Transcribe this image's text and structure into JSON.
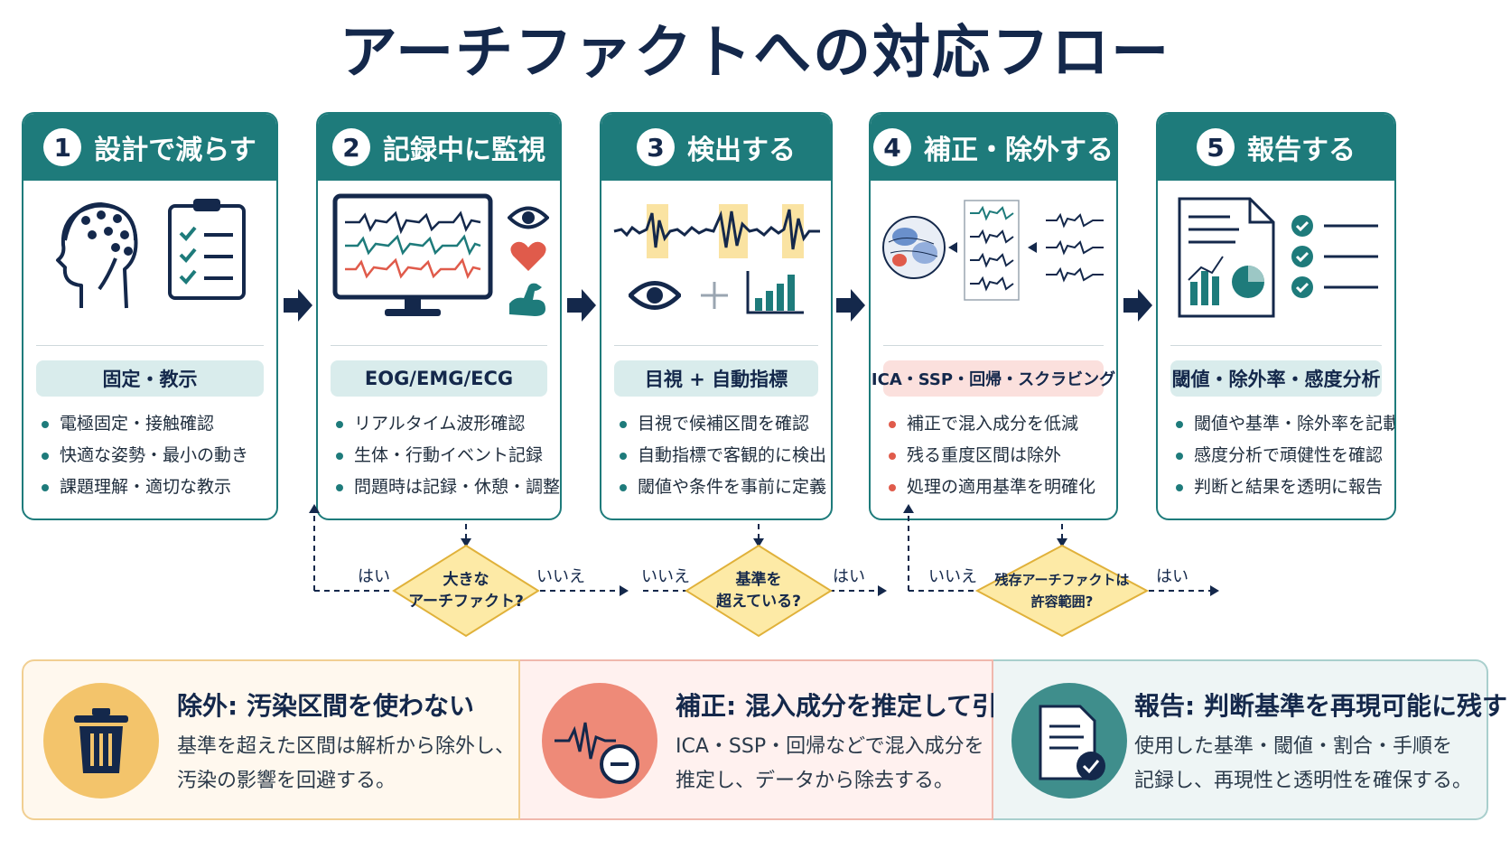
{
  "title": "アーチファクトへの対応フロー",
  "steps": [
    {
      "num": "1",
      "title": "設計で減らす",
      "tag": "固定・教示",
      "items": [
        "電極固定・接触確認",
        "快適な姿勢・最小の動き",
        "課題理解・適切な教示"
      ]
    },
    {
      "num": "2",
      "title": "記録中に監視",
      "tag": "EOG/EMG/ECG",
      "items": [
        "リアルタイム波形確認",
        "生体・行動イベント記録",
        "問題時は記録・休憩・調整"
      ]
    },
    {
      "num": "3",
      "title": "検出する",
      "tag": "目視 + 自動指標",
      "items": [
        "目視で候補区間を確認",
        "自動指標で客観的に検出",
        "閾値や条件を事前に定義"
      ]
    },
    {
      "num": "4",
      "title": "補正・除外する",
      "tag": "ICA・SSP・回帰・スクラビング",
      "items": [
        "補正で混入成分を低減",
        "残る重度区間は除外",
        "処理の適用基準を明確化"
      ]
    },
    {
      "num": "5",
      "title": "報告する",
      "tag": "閾値・除外率・感度分析",
      "items": [
        "閾値や基準・除外率を記載",
        "感度分析で頑健性を確認",
        "判断と結果を透明に報告"
      ]
    }
  ],
  "decisions": [
    {
      "line1": "大きな",
      "line2": "アーチファクト?",
      "left_label": "はい",
      "right_label": "いいえ"
    },
    {
      "line1": "基準を",
      "line2": "超えている?",
      "left_label": "いいえ",
      "right_label": "はい"
    },
    {
      "line1": "残存アーチファクトは",
      "line2": "許容範囲?",
      "left_label": "いいえ",
      "right_label": "はい"
    }
  ],
  "bottom": [
    {
      "title": "除外: 汚染区間を使わない",
      "line1": "基準を超えた区間は解析から除外し、",
      "line2": "汚染の影響を回避する。",
      "icon": "trash-icon",
      "color": "#f3c46b"
    },
    {
      "title": "補正: 混入成分を推定して引く",
      "line1": "ICA・SSP・回帰などで混入成分を",
      "line2": "推定し、データから除去する。",
      "icon": "wave-minus-icon",
      "color": "#ee8a78"
    },
    {
      "title": "報告: 判断基準を再現可能に残す",
      "line1": "使用した基準・閾値・割合・手順を",
      "line2": "記録し、再現性と透明性を確保する。",
      "icon": "report-check-icon",
      "color": "#3f8e8c"
    }
  ],
  "colors": {
    "teal": "#1e7b7b",
    "navy": "#14284b",
    "red": "#e05b4b",
    "yellow": "#f8d77a"
  }
}
